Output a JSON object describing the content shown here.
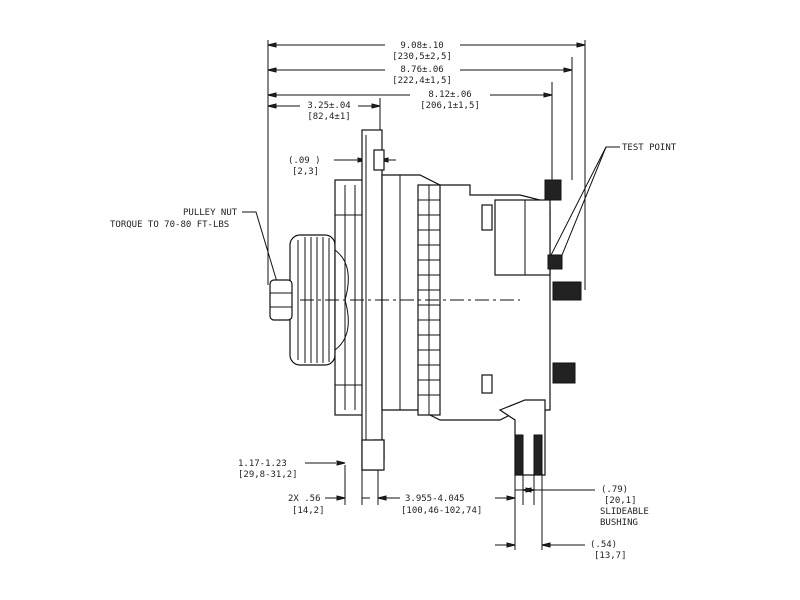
{
  "dims": {
    "overall": {
      "value": "9.08±.10",
      "metric": "[230,5±2,5]"
    },
    "mid": {
      "value": "8.76±.06",
      "metric": "[222,4±1,5]"
    },
    "short": {
      "value": "8.12±.06",
      "metric": "[206,1±1,5]"
    },
    "front": {
      "value": "3.25±.04",
      "metric": "[82,4±1]"
    },
    "flange_small": {
      "value": "(.09  )",
      "metric": "[2,3]"
    },
    "flange_thick": {
      "value": "1.17-1.23",
      "metric": "[29,8-31,2]"
    },
    "ear_width": {
      "value": "2X .56",
      "metric": "[14,2]"
    },
    "mount_span": {
      "value": "3.955-4.045",
      "metric": "[100,46-102,74]"
    },
    "bushing": {
      "value": "(.79)",
      "metric": "[20,1]",
      "note1": "SLIDEABLE",
      "note2": "BUSHING"
    },
    "bushing_small": {
      "value": "(.54)",
      "metric": "[13,7]"
    }
  },
  "notes": {
    "test_point": "TEST POINT",
    "pulley_line1": "PULLEY NUT",
    "pulley_line2": "TORQUE TO 70-80 FT-LBS"
  }
}
